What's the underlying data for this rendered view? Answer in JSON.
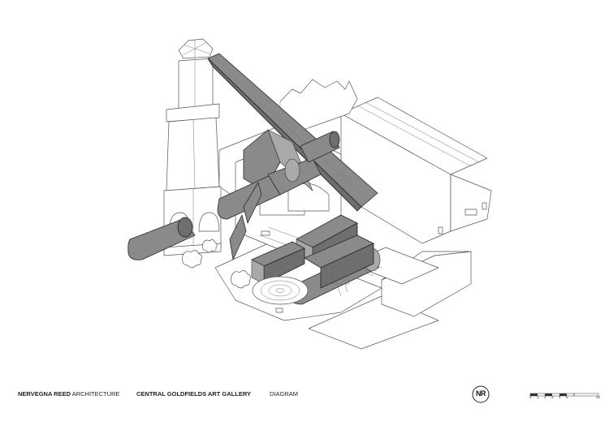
{
  "footer": {
    "firm_bold": "NERVEGNA REED",
    "firm_regular": "ARCHITECTURE",
    "project": "CENTRAL GOLDFIELDS ART GALLERY",
    "sheet": "DIAGRAM"
  },
  "logo": {
    "text": "NR"
  },
  "scale_bar": {
    "labels": [
      "0",
      "1",
      "2",
      "3",
      "4",
      "5",
      "10"
    ]
  }
}
